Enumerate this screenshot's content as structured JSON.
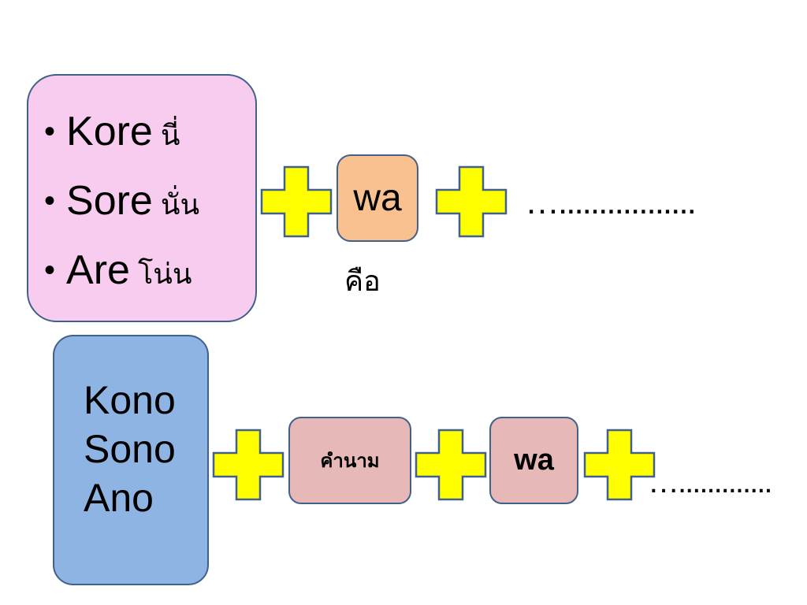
{
  "top_group": {
    "items": [
      {
        "word": "Kore",
        "thai": "นี่"
      },
      {
        "word": "Sore",
        "thai": "นั่น"
      },
      {
        "word": "Are",
        "thai": "โน่น"
      }
    ],
    "particle": "wa",
    "particle_meaning": "คือ",
    "blank": "…................."
  },
  "bottom_group": {
    "words": [
      "Kono",
      "Sono",
      "Ano"
    ],
    "noun_label": "คำนาม",
    "particle": "wa",
    "blank": "…............."
  },
  "colors": {
    "pink_box": "#f8ccef",
    "orange_box": "#f9c18f",
    "blue_box": "#8eb4e3",
    "rose_box": "#e6b9b8",
    "plus_fill": "#ffff00",
    "border": "#41608a"
  }
}
